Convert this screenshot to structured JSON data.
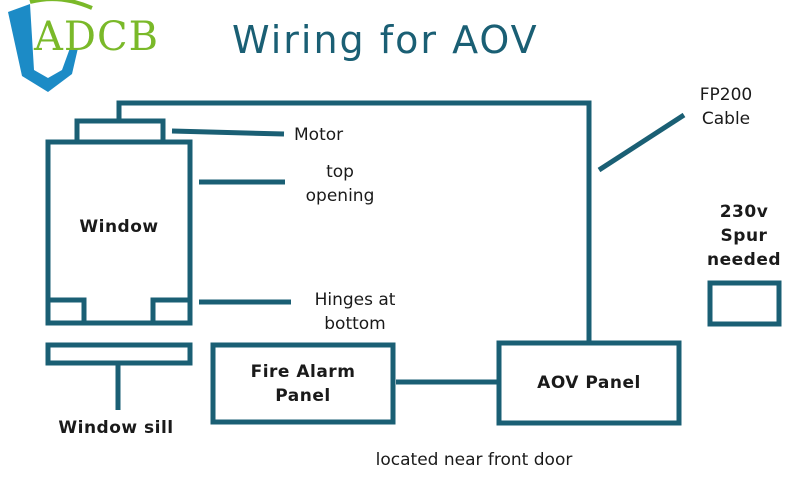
{
  "logo": {
    "text": "ADCB",
    "text_color": "#7ab929",
    "shield_color": "#1c8bc6"
  },
  "title": "Wiring for AOV",
  "colors": {
    "line": "#1a5f74",
    "title": "#1a5f74"
  },
  "labels": {
    "motor": "Motor",
    "top_opening": "top\nopening",
    "window": "Window",
    "hinges": "Hinges at\nbottom",
    "window_sill": "Window sill",
    "fire_alarm_panel": "Fire Alarm\nPanel",
    "aov_panel": "AOV Panel",
    "located_note": "located near front door",
    "cable": "FP200\nCable",
    "spur": "230v\nSpur\nneeded"
  }
}
